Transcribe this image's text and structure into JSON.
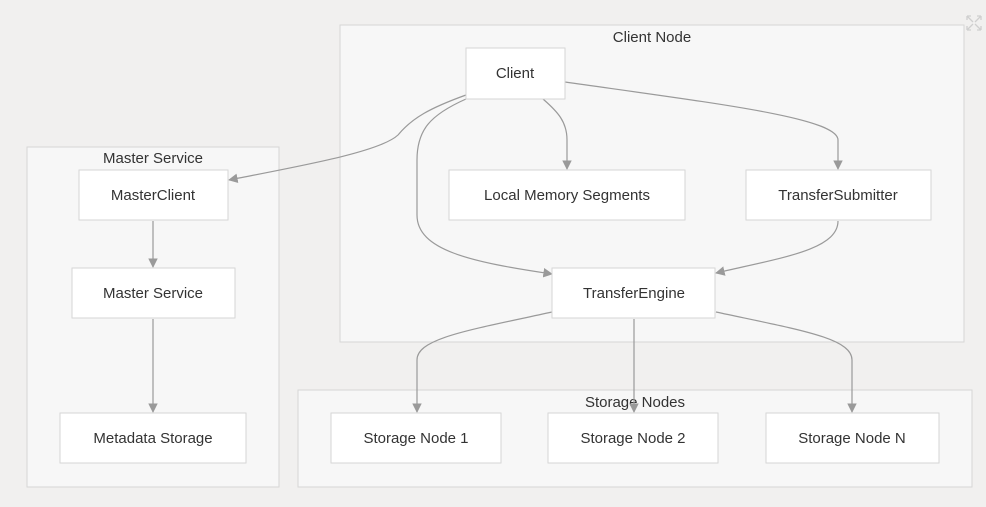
{
  "diagram": {
    "clusters": {
      "client_node": "Client Node",
      "master_service": "Master Service",
      "storage_nodes": "Storage Nodes"
    },
    "nodes": {
      "client": "Client",
      "master_client": "MasterClient",
      "local_memory": "Local Memory Segments",
      "transfer_submitter": "TransferSubmitter",
      "master_service": "Master Service",
      "transfer_engine": "TransferEngine",
      "metadata_storage": "Metadata Storage",
      "storage_node_1": "Storage Node 1",
      "storage_node_2": "Storage Node 2",
      "storage_node_n": "Storage Node N"
    },
    "edges": [
      {
        "from": "Client",
        "to": "MasterClient"
      },
      {
        "from": "Client",
        "to": "Local Memory Segments"
      },
      {
        "from": "Client",
        "to": "TransferSubmitter"
      },
      {
        "from": "Client",
        "to": "TransferEngine"
      },
      {
        "from": "TransferSubmitter",
        "to": "TransferEngine"
      },
      {
        "from": "MasterClient",
        "to": "Master Service"
      },
      {
        "from": "Master Service",
        "to": "Metadata Storage"
      },
      {
        "from": "TransferEngine",
        "to": "Storage Node 1"
      },
      {
        "from": "TransferEngine",
        "to": "Storage Node 2"
      },
      {
        "from": "TransferEngine",
        "to": "Storage Node N"
      }
    ]
  },
  "toolbar": {
    "expand_icon": "expand-icon"
  },
  "colors": {
    "background": "#f1f0ef",
    "cluster_fill": "#f7f7f7",
    "node_fill": "#ffffff",
    "border": "#d6d6d6",
    "edge": "#9a9a9a",
    "text": "#333333"
  }
}
